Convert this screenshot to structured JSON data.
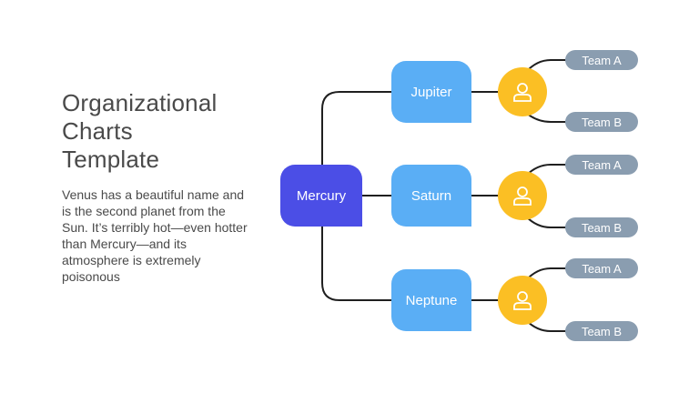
{
  "title": "Organizational\nCharts\nTemplate",
  "description": "Venus has a beautiful name and is the second planet from the Sun. It’s terribly hot—even hotter than Mercury—and its atmosphere is extremely poisonous",
  "colors": {
    "root": "#4b4ee6",
    "planet": "#5aaef5",
    "person": "#fbbf24",
    "team": "#8a9db0",
    "line": "#1f1f1f",
    "text": "#4a4a4a"
  },
  "root": {
    "label": "Mercury"
  },
  "branches": [
    {
      "label": "Jupiter",
      "icon": "user-icon",
      "teams": [
        "Team A",
        "Team B"
      ]
    },
    {
      "label": "Saturn",
      "icon": "user-icon",
      "teams": [
        "Team A",
        "Team B"
      ]
    },
    {
      "label": "Neptune",
      "icon": "user-icon",
      "teams": [
        "Team A",
        "Team B"
      ]
    }
  ]
}
